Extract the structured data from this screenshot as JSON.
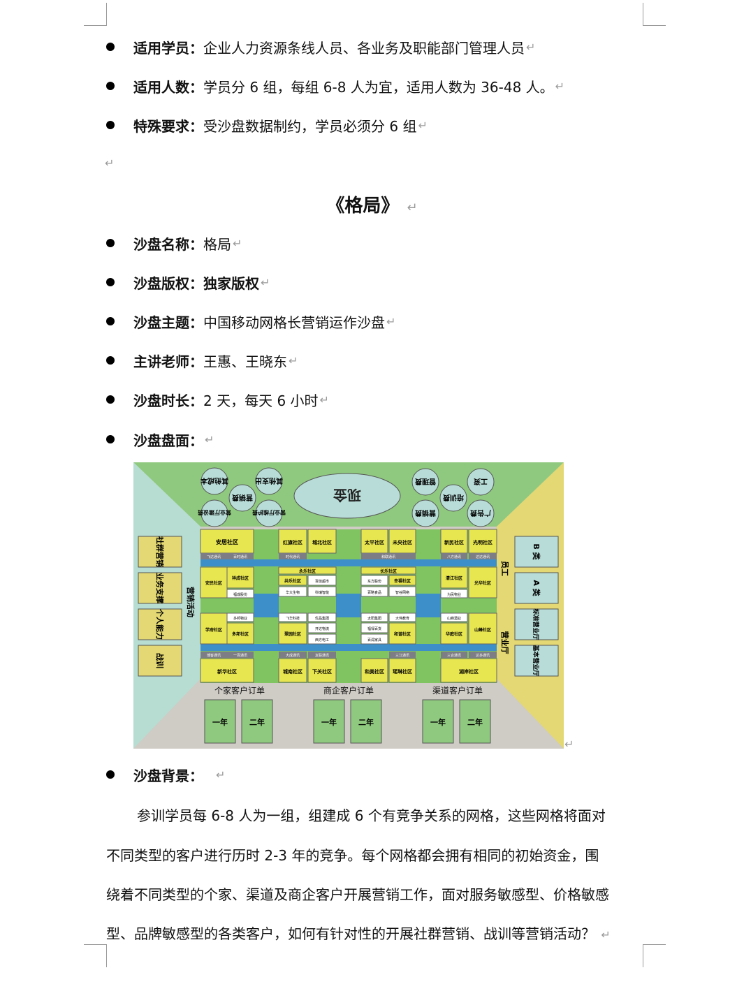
{
  "return_mark": "↵",
  "intro_bullets": [
    {
      "label": "适用学员：",
      "value": "企业人力资源条线人员、各业务及职能部门管理人员"
    },
    {
      "label": "适用人数：",
      "value": "学员分 6 组，每组 6-8 人为宜，适用人数为 36-48 人。"
    },
    {
      "label": "特殊要求：",
      "value": "受沙盘数据制约，学员必须分 6 组"
    }
  ],
  "section_title": "《格局》",
  "info_bullets": [
    {
      "label": "沙盘名称：",
      "value": "格局"
    },
    {
      "label": "沙盘版权：",
      "value": "独家版权"
    },
    {
      "label": "沙盘主题：",
      "value": "中国移动网格长营销运作沙盘"
    },
    {
      "label": "主讲老师：",
      "value": "王惠、王晓东"
    },
    {
      "label": "沙盘时长：",
      "value": "2 天，每天 6 小时"
    },
    {
      "label": "沙盘盘面：",
      "value": ""
    }
  ],
  "board": {
    "center_oval": "现金",
    "circles_left": [
      "其他成本",
      "其他支出",
      "营销费",
      "营业厅建设费",
      "营业厅维护费"
    ],
    "circles_right": [
      "管理费",
      "工资",
      "培训费",
      "营销费",
      "广告费"
    ],
    "left_boxes": [
      "社群营销",
      "业务支撑",
      "个人能力",
      "战训"
    ],
    "left_side_label": "营销活动",
    "right_boxes": [
      "B 类",
      "A 类",
      "标准营业厅",
      "基本营业厅"
    ],
    "right_labels": [
      "员工",
      "营业厅"
    ],
    "top_row": [
      "安居社区",
      "红旗社区",
      "城北社区",
      "太平社区",
      "未央社区",
      "新民社区",
      "光明社区"
    ],
    "top_tags": [
      "飞达通讯",
      "百时通讯",
      "时代通讯",
      "和联通讯",
      "八方通讯",
      "达达通讯"
    ],
    "middle_titles": [
      "永乐社区",
      "长乐社区"
    ],
    "row2": [
      "安民社区",
      "祥成社区",
      "共乐社区",
      "百佳超市",
      "华大生物",
      "科瑞智能",
      "东方股份",
      "幸福社区",
      "百略食品",
      "智谷网络",
      "清江社区",
      "光华社区"
    ],
    "row2_tags": [
      "福成股份",
      "为民物业"
    ],
    "row3": [
      "多邦物业",
      "学府社区",
      "多邦社区",
      "飞华科技",
      "优品集团",
      "翠园社区",
      "开达物流",
      "西方电工",
      "太阳集团",
      "大伟教育",
      "福禄百货",
      "和谐社区",
      "百润家具",
      "山峰酒业",
      "华庭社区",
      "山峰社区"
    ],
    "bottom_tags": [
      "博客通讯",
      "一百通讯",
      "大成通讯",
      "友联通讯",
      "三江通讯",
      "三合通讯",
      "达多通讯"
    ],
    "bottom_row": [
      "新华社区",
      "城南社区",
      "下关社区",
      "和美社区",
      "瑶琳社区",
      "湖岸社区"
    ],
    "order_labels": [
      "个家客户订单",
      "商企客户订单",
      "渠道客户订单"
    ],
    "year_labels": [
      "一年",
      "二年",
      "一年",
      "二年",
      "一年",
      "二年"
    ]
  },
  "background_bullet": {
    "label": "沙盘背景：",
    "value": ""
  },
  "paragraph_lines": [
    "参训学员每 6-8 人为一组，组建成 6 个有竞争关系的网格，这些网格将面对",
    "不同类型的客户进行历时 2-3 年的竞争。每个网格都会拥有相同的初始资金，围",
    "绕着不同类型的个家、渠道及商企客户开展营销工作，面对服务敏感型、价格敏感",
    "型、品牌敏感型的各类客户，如何有针对性的开展社群营销、战训等营销活动？"
  ],
  "colors": {
    "board_green": "#8fc97f",
    "board_teal": "#b7ddd2",
    "board_yellow": "#e3d873",
    "board_gray": "#cfcbc5",
    "cell_yellow": "#e8e650",
    "grid_green": "#7fc461",
    "water_blue": "#3d8fc9",
    "tag_gray": "#7d7d85"
  }
}
